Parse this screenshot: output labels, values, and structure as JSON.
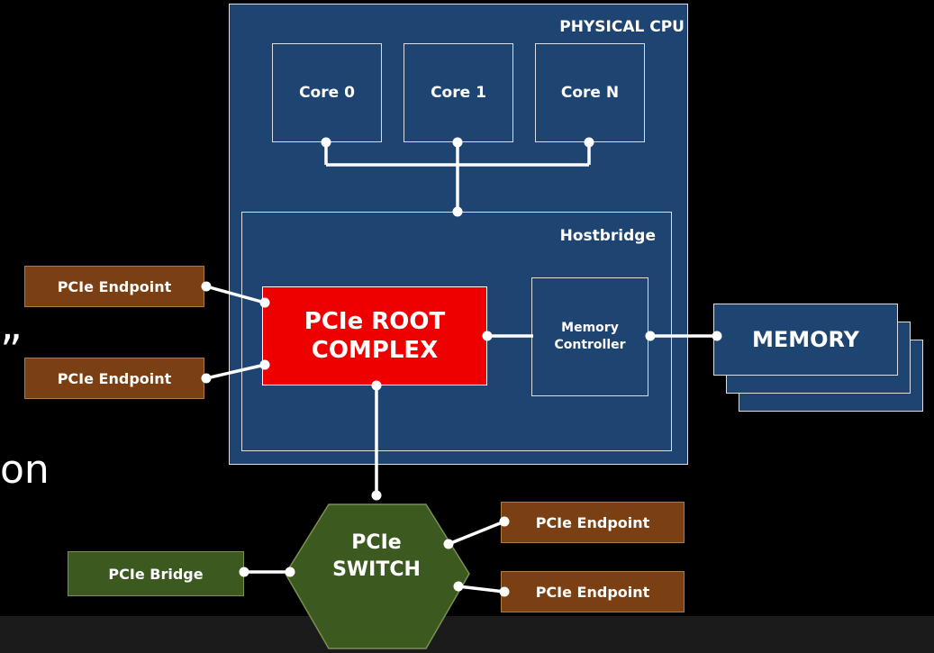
{
  "cpu": {
    "label": "PHYSICAL CPU"
  },
  "cores": [
    {
      "label": "Core 0"
    },
    {
      "label": "Core 1"
    },
    {
      "label": "Core N"
    }
  ],
  "hostbridge": {
    "label": "Hostbridge"
  },
  "root_complex": {
    "line1": "PCIe ROOT",
    "line2": "COMPLEX"
  },
  "memory_controller": {
    "line1": "Memory",
    "line2": "Controller"
  },
  "memory": {
    "label": "MEMORY"
  },
  "endpoints": {
    "left_top": "PCIe Endpoint",
    "left_bottom": "PCIe Endpoint",
    "right_top": "PCIe Endpoint",
    "right_bottom": "PCIe Endpoint"
  },
  "switch": {
    "line1": "PCIe",
    "line2": "SWITCH"
  },
  "bridge": {
    "label": "PCIe Bridge"
  },
  "partial_text": {
    "quote": "”",
    "word": "on"
  },
  "colors": {
    "cpu_blue": "#1e4572",
    "root_red": "#ee0000",
    "endpoint_brown": "#7a3f12",
    "green": "#3c5a20"
  }
}
